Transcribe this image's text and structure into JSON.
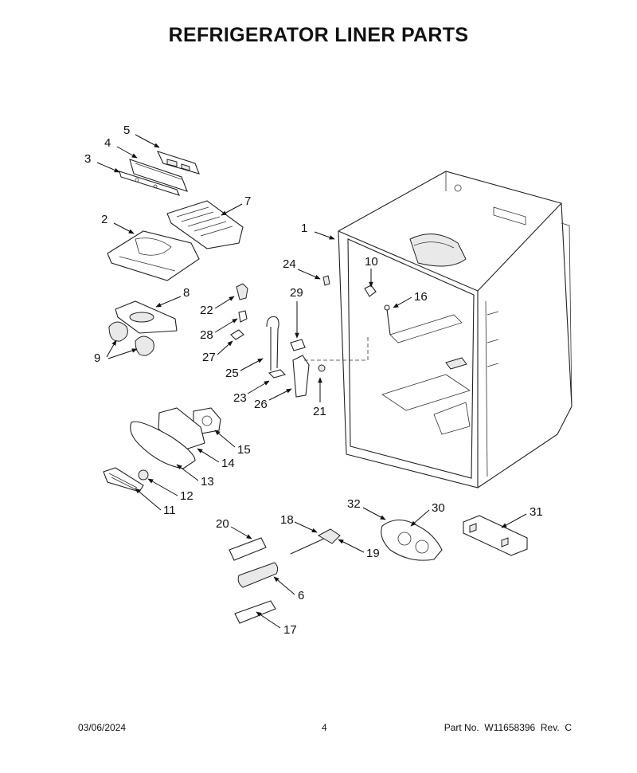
{
  "title": "REFRIGERATOR LINER PARTS",
  "callouts": [
    {
      "id": "c1",
      "label": "1"
    },
    {
      "id": "c2",
      "label": "2"
    },
    {
      "id": "c3",
      "label": "3"
    },
    {
      "id": "c4",
      "label": "4"
    },
    {
      "id": "c5",
      "label": "5"
    },
    {
      "id": "c6",
      "label": "6"
    },
    {
      "id": "c7",
      "label": "7"
    },
    {
      "id": "c8",
      "label": "8"
    },
    {
      "id": "c9",
      "label": "9"
    },
    {
      "id": "c10",
      "label": "10"
    },
    {
      "id": "c11",
      "label": "11"
    },
    {
      "id": "c12",
      "label": "12"
    },
    {
      "id": "c13",
      "label": "13"
    },
    {
      "id": "c14",
      "label": "14"
    },
    {
      "id": "c15",
      "label": "15"
    },
    {
      "id": "c16",
      "label": "16"
    },
    {
      "id": "c17",
      "label": "17"
    },
    {
      "id": "c18",
      "label": "18"
    },
    {
      "id": "c19",
      "label": "19"
    },
    {
      "id": "c20",
      "label": "20"
    },
    {
      "id": "c21",
      "label": "21"
    },
    {
      "id": "c22",
      "label": "22"
    },
    {
      "id": "c23",
      "label": "23"
    },
    {
      "id": "c24",
      "label": "24"
    },
    {
      "id": "c25",
      "label": "25"
    },
    {
      "id": "c26",
      "label": "26"
    },
    {
      "id": "c27",
      "label": "27"
    },
    {
      "id": "c28",
      "label": "28"
    },
    {
      "id": "c29",
      "label": "29"
    },
    {
      "id": "c30",
      "label": "30"
    },
    {
      "id": "c31",
      "label": "31"
    },
    {
      "id": "c32",
      "label": "32"
    }
  ],
  "footer": {
    "date": "03/06/2024",
    "page": "4",
    "part_no": "Part No.  W11658396  Rev.  C"
  }
}
